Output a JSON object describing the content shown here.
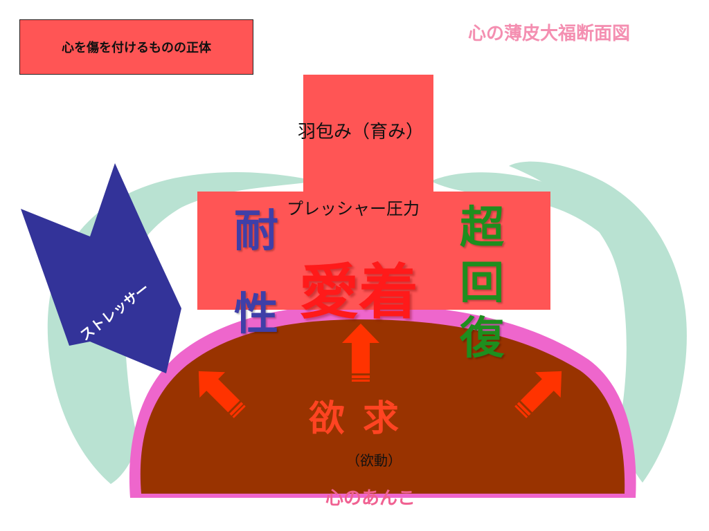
{
  "diagram": {
    "label_box": "心を傷を付けるものの正体",
    "title": "心の薄皮大福断面図",
    "upper_block": "羽包み（育み）",
    "wide_block": "プレッシャー圧力",
    "left_vertical": [
      "耐",
      "性"
    ],
    "right_vertical": [
      "超",
      "回",
      "復"
    ],
    "center": "愛着",
    "core": "欲求",
    "core_sub": "（欲動）",
    "bottom": "心のあんこ",
    "stressor": "ストレッサー"
  },
  "colors": {
    "mochi": "#B9E2D2",
    "pressure_block": "#FF5555",
    "anko": "#993300",
    "anko_border": "#EE66CC",
    "stressor": "#333399",
    "arrows": "#FF3300"
  }
}
